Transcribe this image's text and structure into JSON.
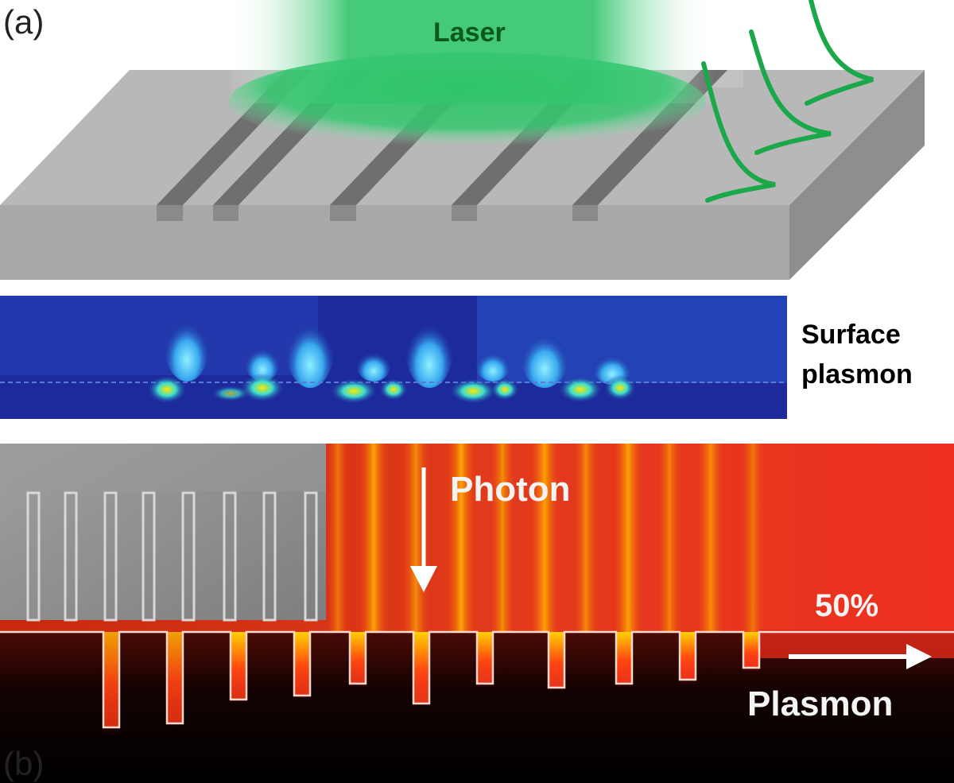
{
  "panel_a": {
    "label": "(a)",
    "laser_label": "Laser",
    "field_map_label_line1": "Surface",
    "field_map_label_line2": "plasmon"
  },
  "panel_b": {
    "label": "(b)",
    "photon_label": "Photon",
    "efficiency_label": "50%",
    "plasmon_label": "Plasmon"
  },
  "colors": {
    "laser_green": "#2fc46a",
    "wave_green": "#1aa84a",
    "slab_top": "#b3b3b3",
    "slab_front": "#a6a6a6",
    "slab_side": "#8c8c8c",
    "field_background": "#1c2a9c",
    "hot_field": "#ff3a1a",
    "sem_gray": "#8a8a8a"
  }
}
